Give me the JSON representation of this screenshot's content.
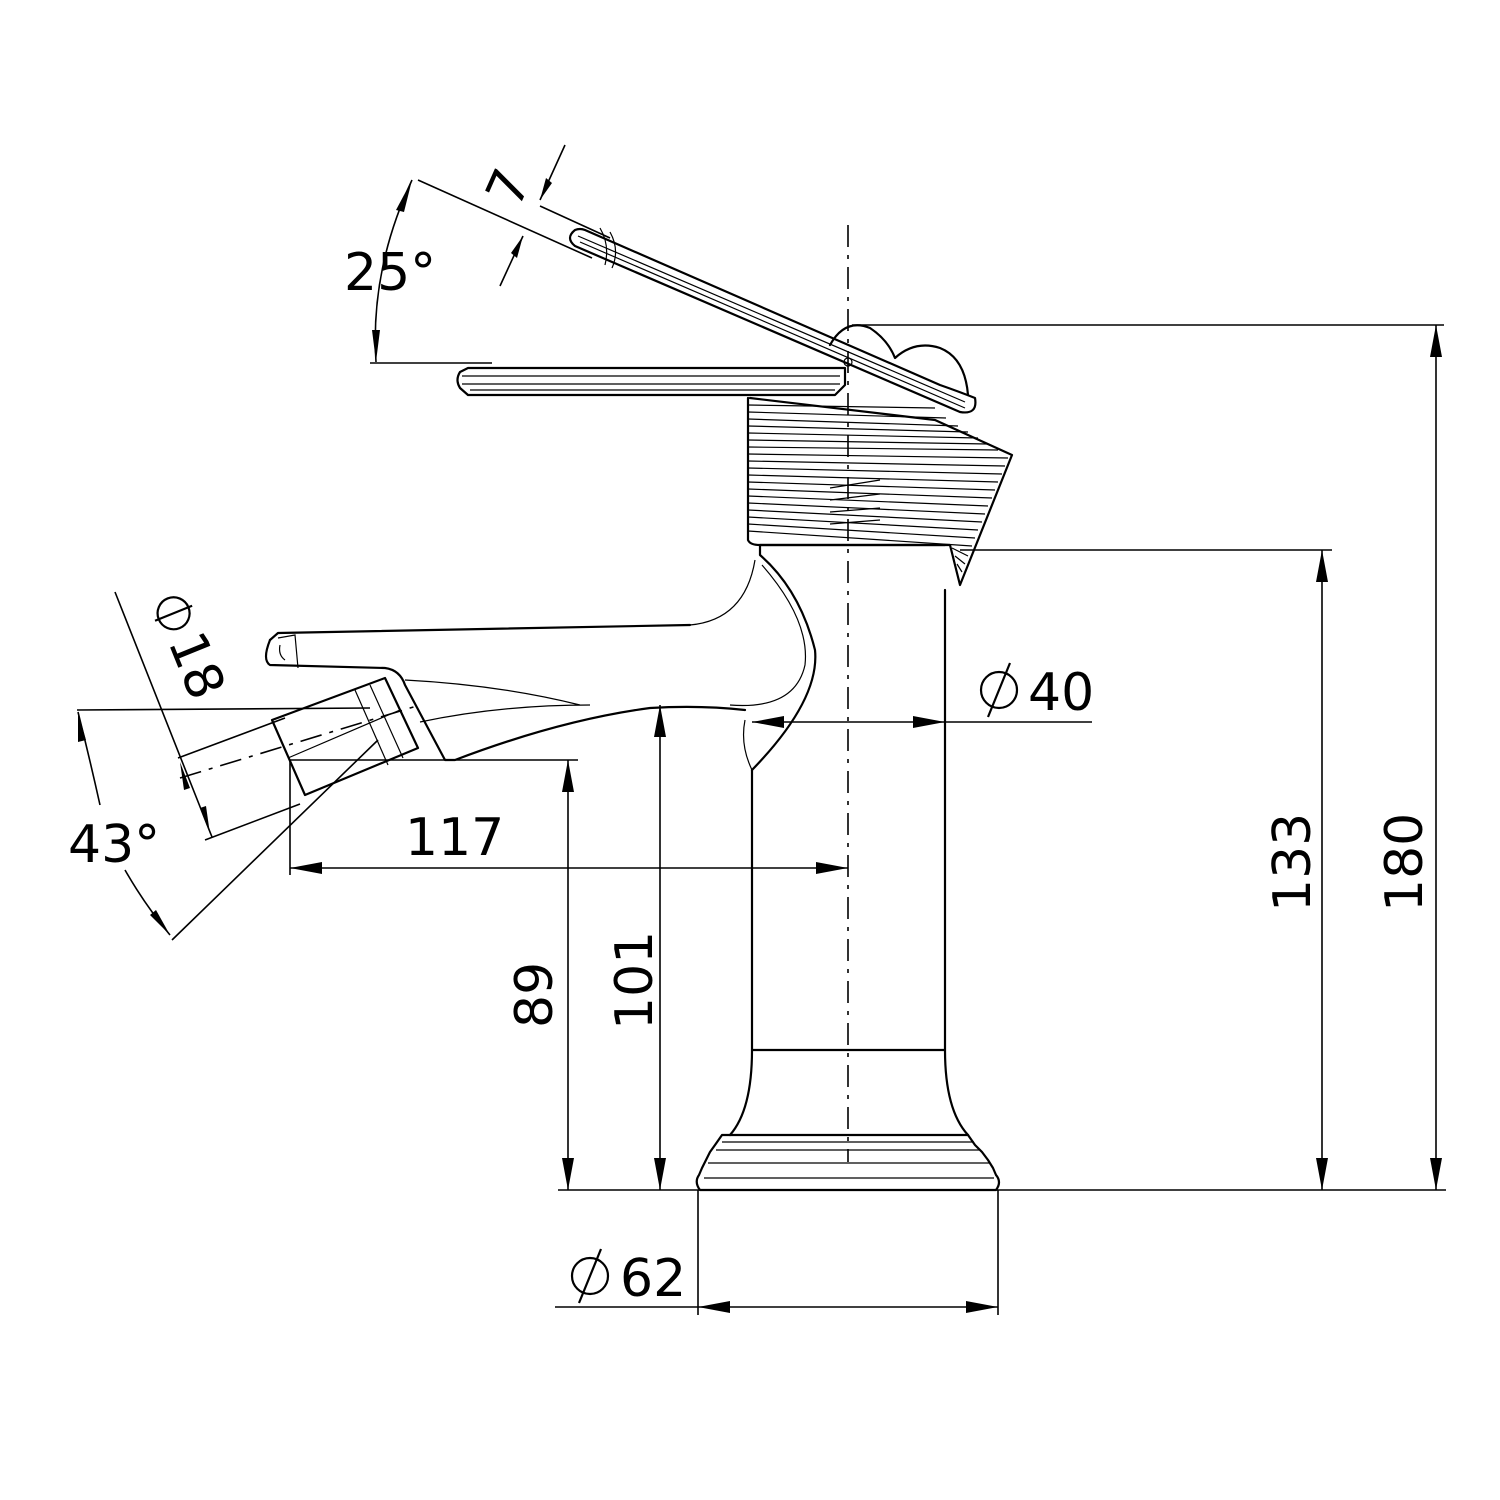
{
  "dimensions": {
    "lever_thickness": "7",
    "lever_angle": "25°",
    "aerator_diameter": "18",
    "spout_angle": "43°",
    "spout_reach": "117",
    "outlet_height": "89",
    "spout_bottom_height": "101",
    "body_diameter": "40",
    "body_height": "133",
    "total_height": "180",
    "base_diameter": "62"
  }
}
